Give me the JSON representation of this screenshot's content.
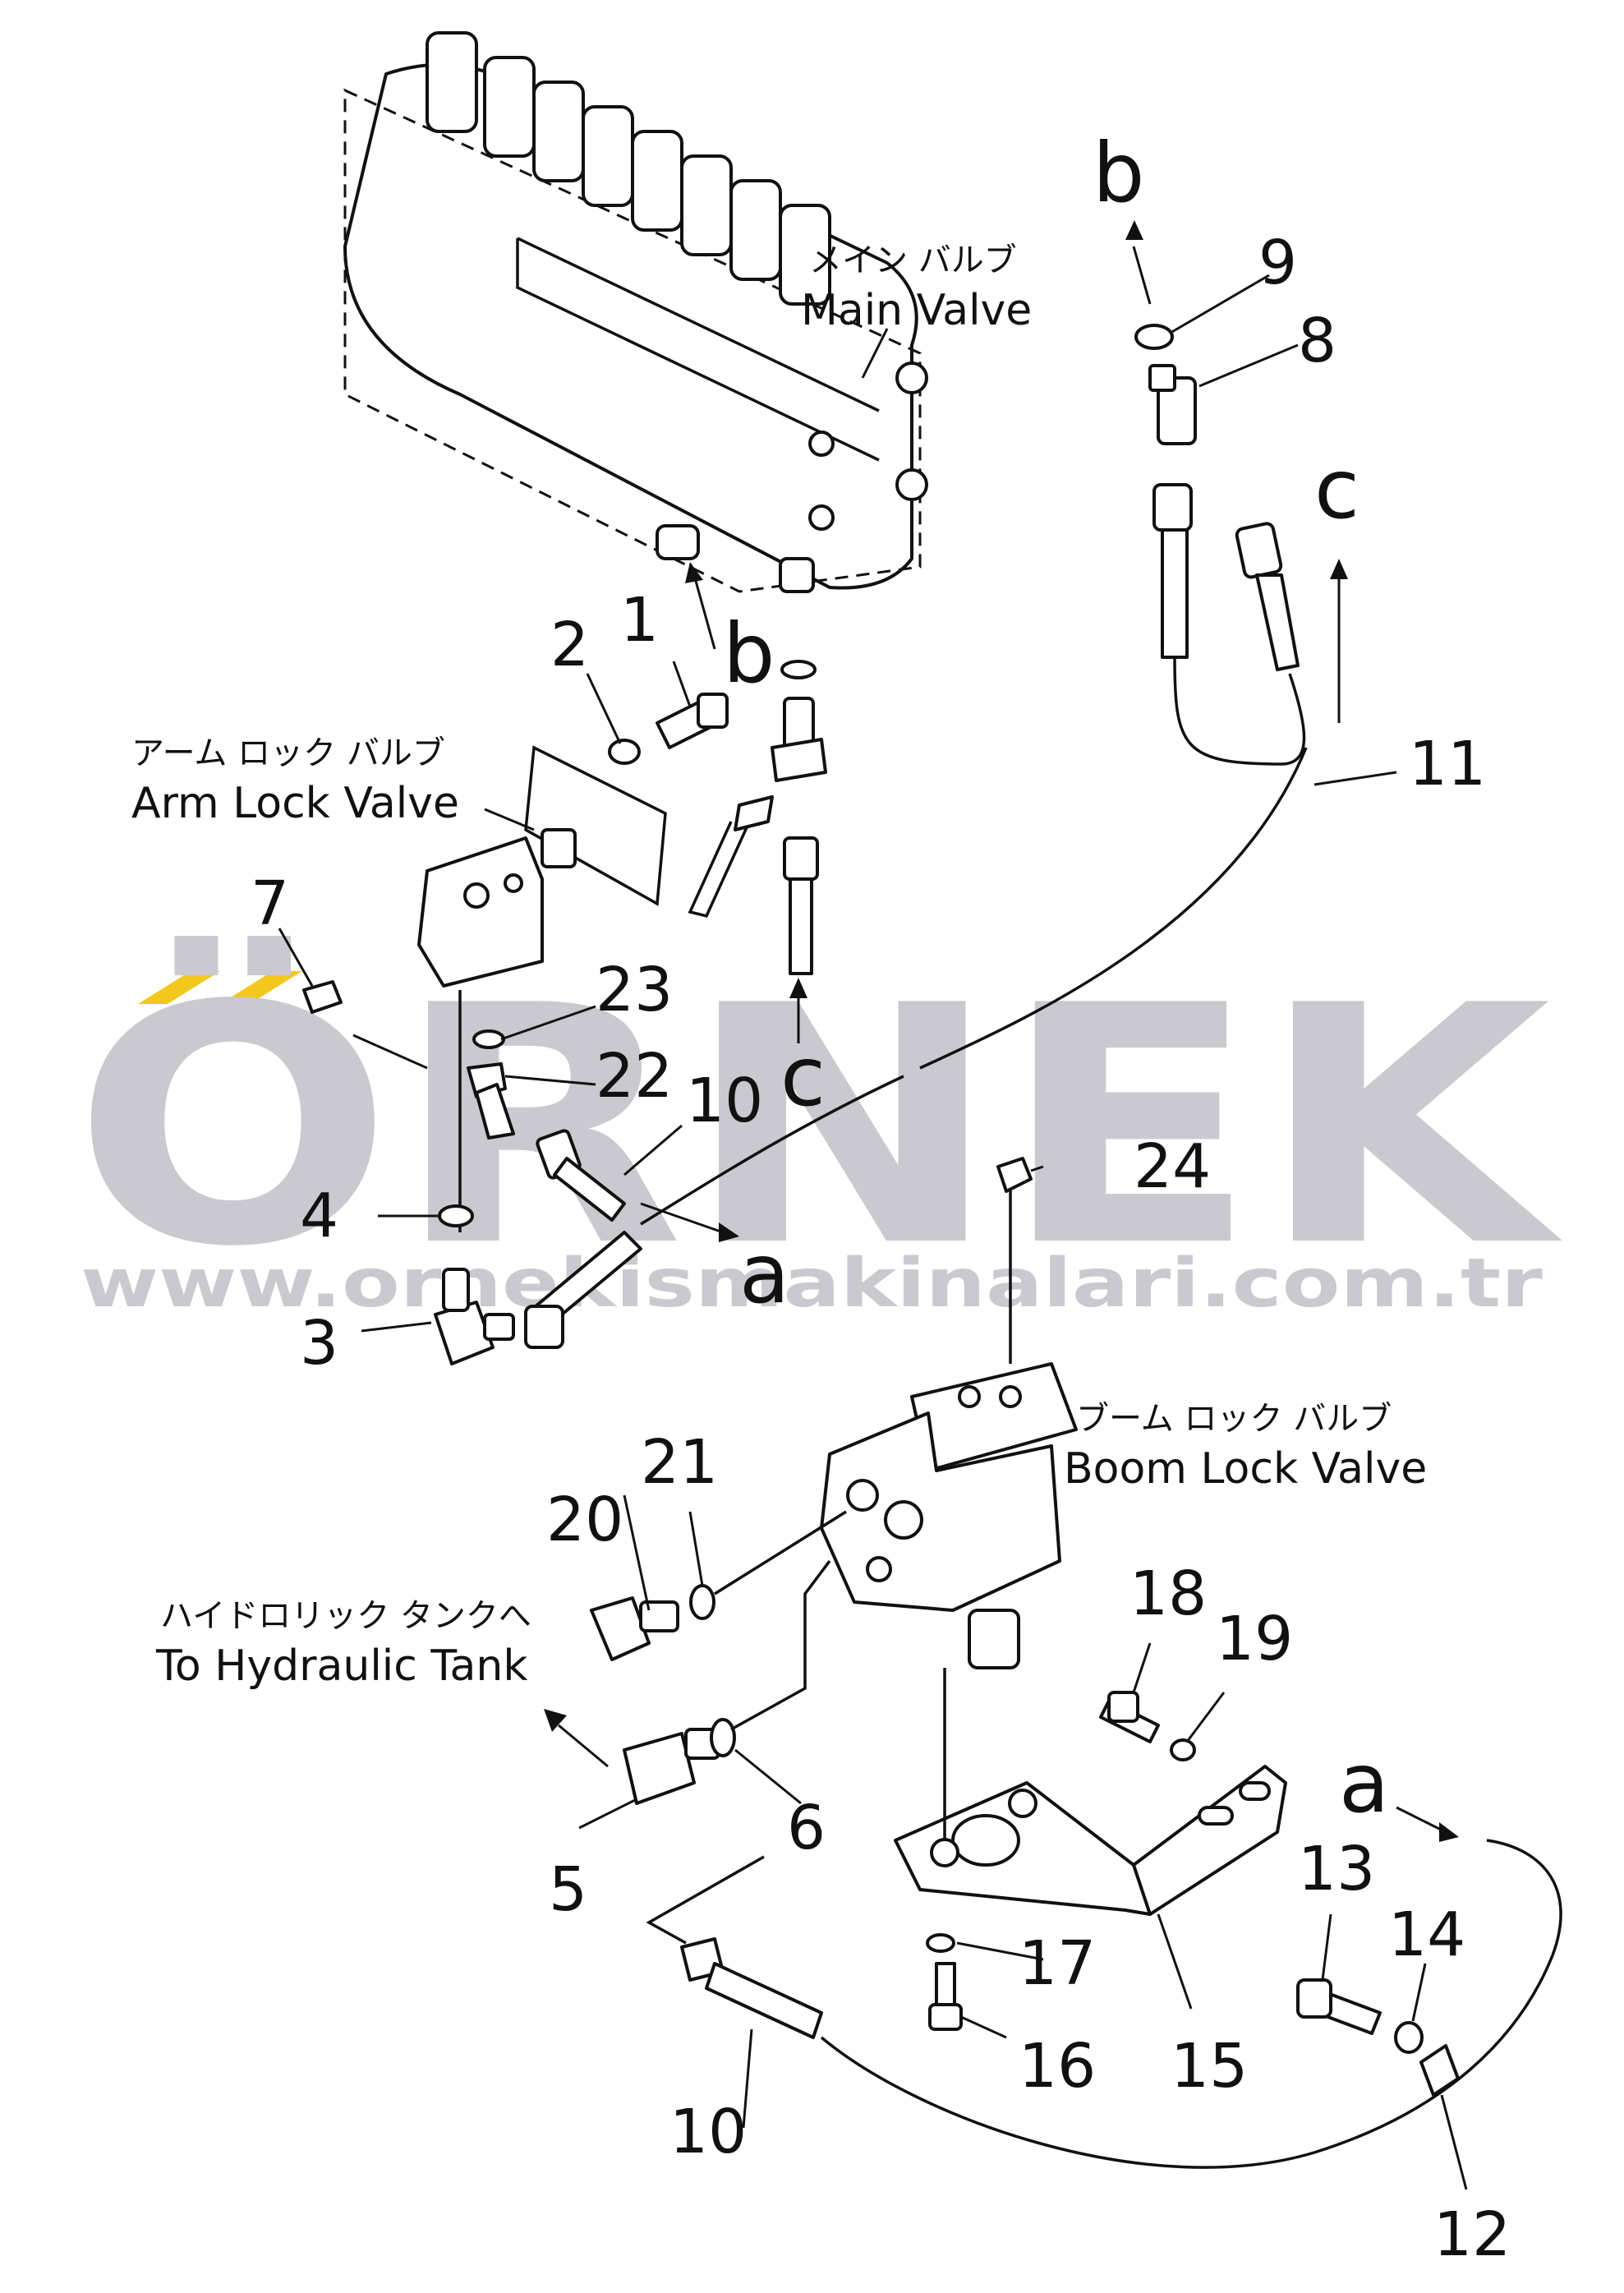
{
  "watermark": {
    "brand": "ÖRNEK",
    "url": "www.ornekismakinalari.com.tr",
    "text_color": "#c9c9cf",
    "accent_color": "#f3c81e"
  },
  "labels": {
    "main_valve": {
      "jp": "メイン バルブ",
      "en": "Main Valve"
    },
    "arm_lock_valve": {
      "jp": "アーム ロック バルブ",
      "en": "Arm Lock Valve"
    },
    "boom_lock_valve": {
      "jp": "ブーム ロック バルブ",
      "en": "Boom Lock Valve"
    },
    "hydraulic_tank": {
      "jp": "ハイドロリック タンクへ",
      "en": "To Hydraulic Tank"
    }
  },
  "refs": {
    "b_top": "b",
    "b_mid": "b",
    "c_top": "c",
    "c_mid": "c",
    "a_mid": "a",
    "a_bottom": "a"
  },
  "parts": {
    "p1": "1",
    "p2": "2",
    "p3": "3",
    "p4": "4",
    "p5": "5",
    "p6": "6",
    "p7": "7",
    "p8": "8",
    "p9": "9",
    "p10a": "10",
    "p10b": "10",
    "p11": "11",
    "p12": "12",
    "p13": "13",
    "p14": "14",
    "p15": "15",
    "p16": "16",
    "p17": "17",
    "p18": "18",
    "p19": "19",
    "p20": "20",
    "p21": "21",
    "p22": "22",
    "p23": "23",
    "p24": "24"
  }
}
